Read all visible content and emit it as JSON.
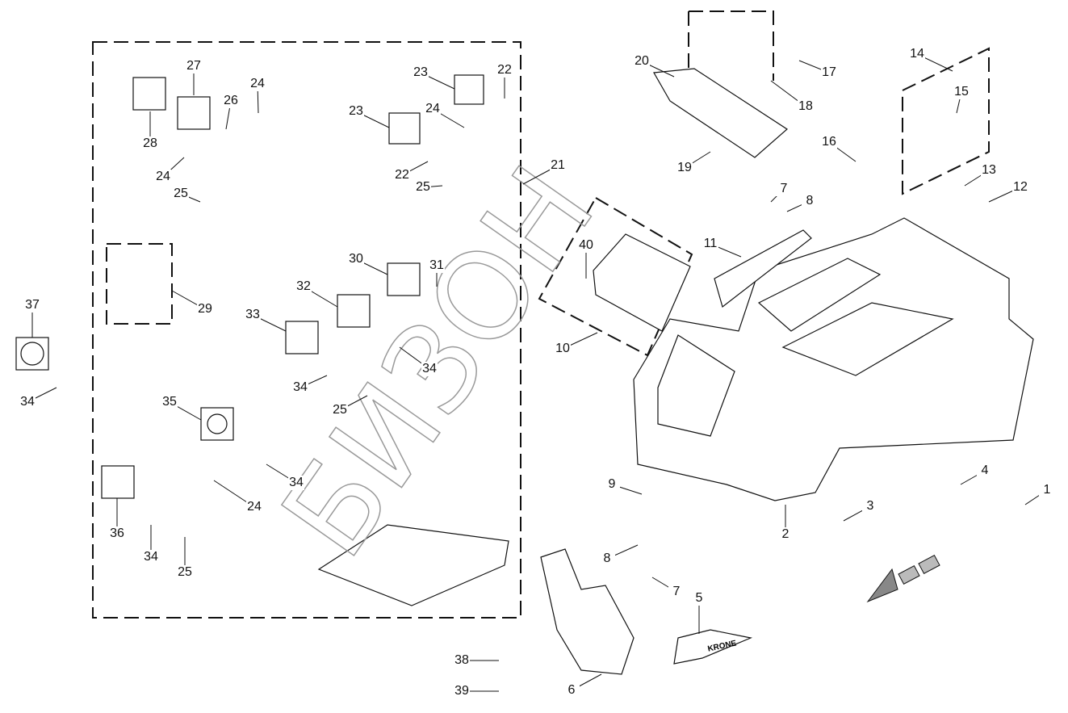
{
  "diagram": {
    "watermark": "БИЗОН",
    "brand_decal": "KRONE",
    "callouts": [
      "27",
      "24",
      "26",
      "28",
      "24",
      "25",
      "23",
      "22",
      "23",
      "24",
      "22",
      "25",
      "21",
      "20",
      "17",
      "18",
      "19",
      "14",
      "15",
      "16",
      "13",
      "12",
      "7",
      "8",
      "11",
      "40",
      "10",
      "30",
      "31",
      "32",
      "33",
      "34",
      "34",
      "25",
      "29",
      "37",
      "34",
      "35",
      "34",
      "24",
      "36",
      "34",
      "25",
      "9",
      "4",
      "1",
      "3",
      "2",
      "8",
      "7",
      "5",
      "38",
      "39",
      "6"
    ]
  }
}
